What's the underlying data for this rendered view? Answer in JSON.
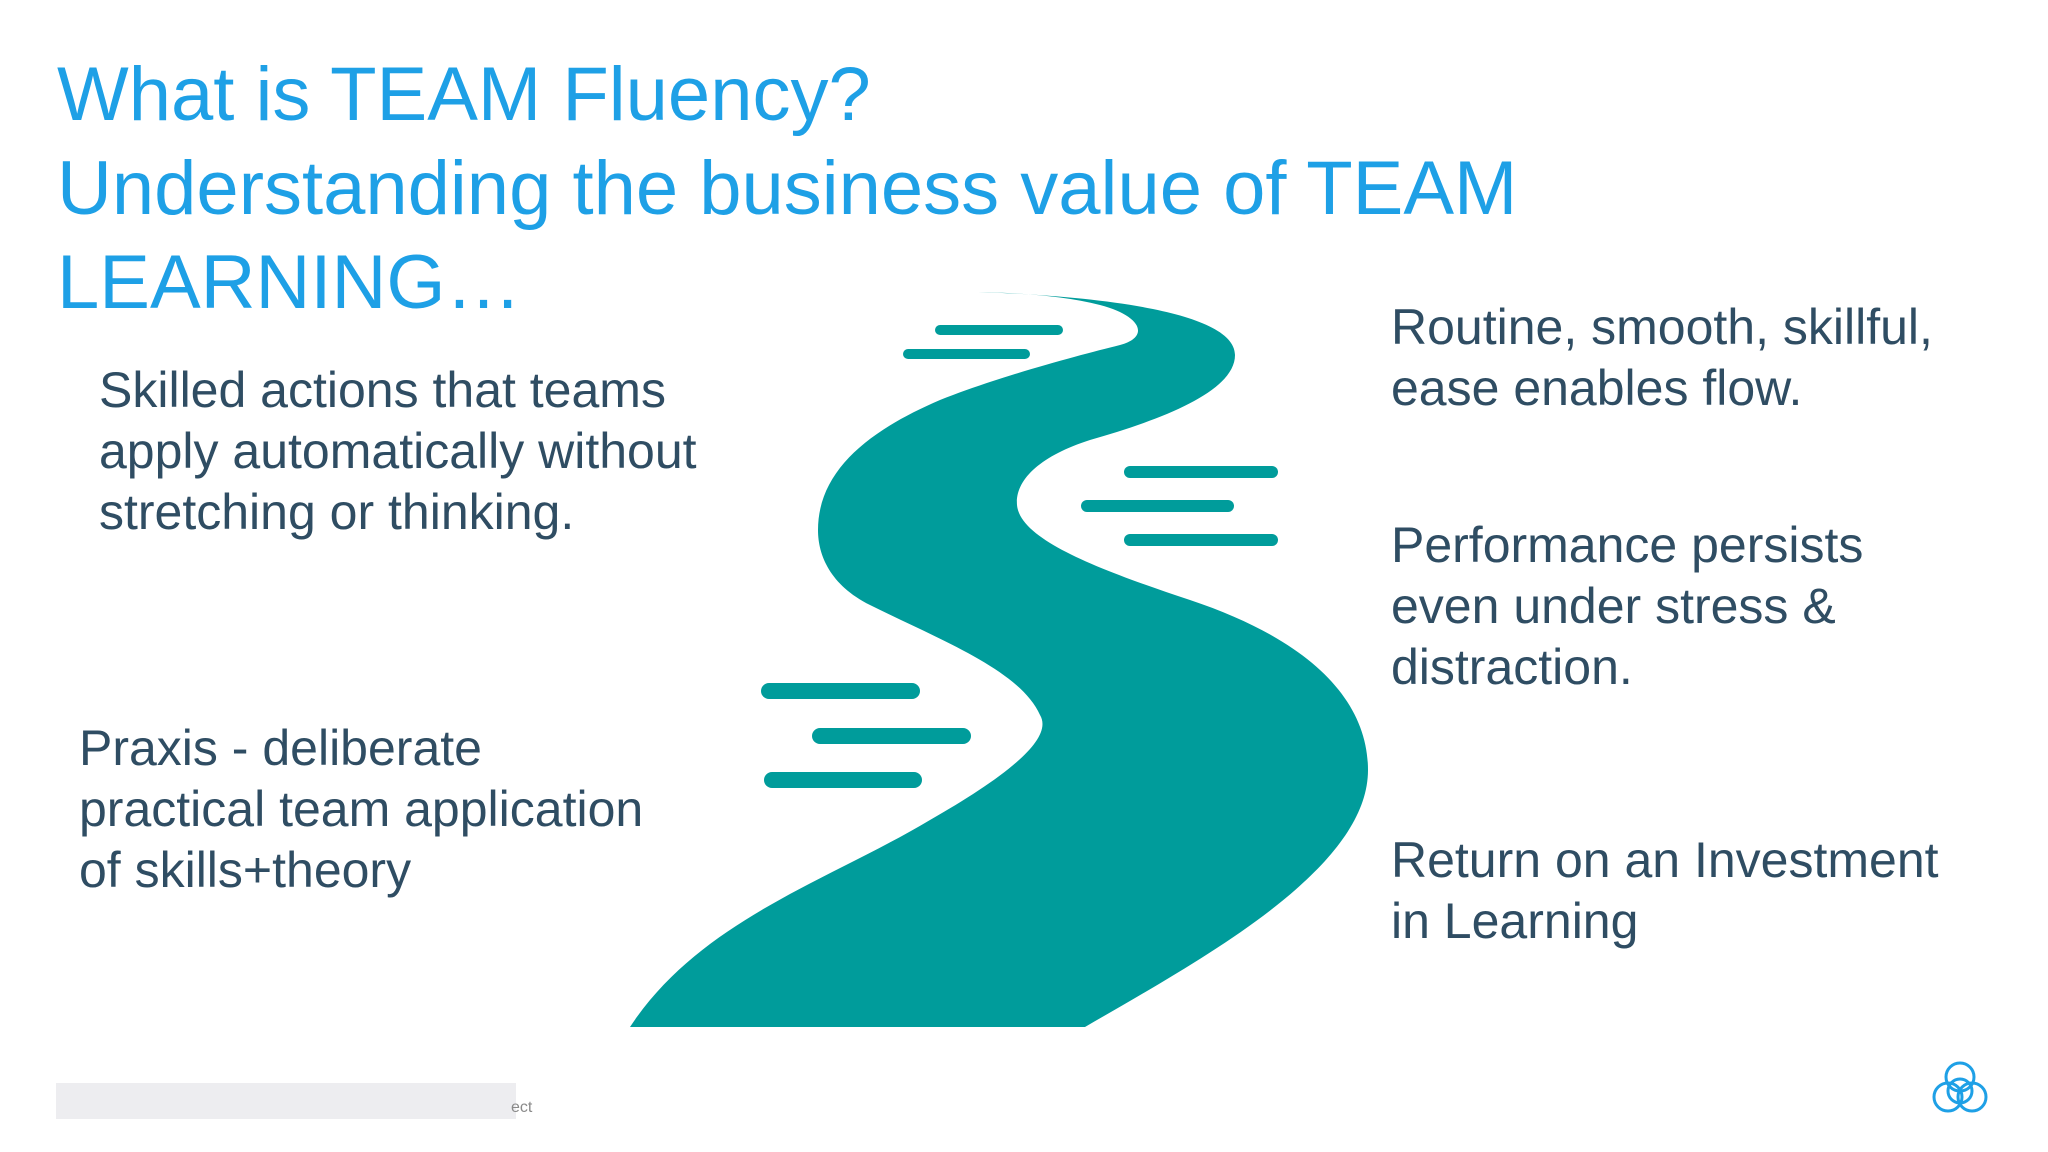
{
  "title": {
    "line1": "What is TEAM Fluency?",
    "line2": "Understanding the business value of TEAM",
    "line3": "LEARNING…"
  },
  "left": {
    "block1": [
      "Skilled actions that teams",
      "apply automatically without",
      "stretching or thinking."
    ],
    "block2": [
      "Praxis - deliberate",
      "practical team application",
      "of skills+theory"
    ]
  },
  "right": {
    "block1": [
      "Routine, smooth, skillful,",
      "ease enables flow."
    ],
    "block2": [
      "Performance persists",
      "even under stress &",
      "distraction."
    ],
    "block3": [
      "Return on an Investment",
      "in Learning"
    ]
  },
  "footer": {
    "text": "ect"
  },
  "icons": {
    "road": "winding-road-illustration",
    "logo": "brand-logo-icon"
  },
  "colors": {
    "title": "#1ea0e6",
    "body": "#2f4d63",
    "road": "#009c9b"
  }
}
